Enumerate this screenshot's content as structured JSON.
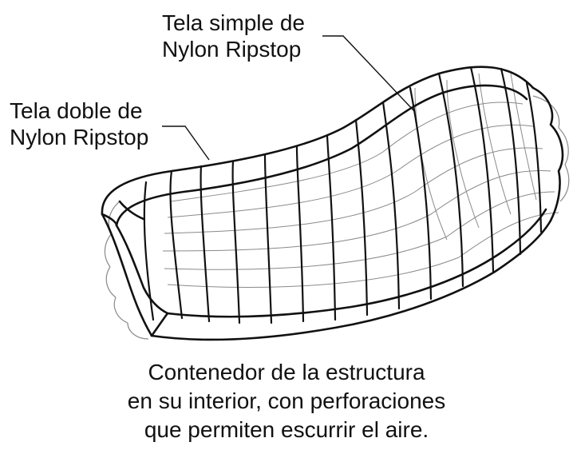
{
  "labels": {
    "simple": {
      "line1": "Tela simple de",
      "line2": "Nylon Ripstop"
    },
    "doble": {
      "line1": "Tela doble de",
      "line2": "Nylon Ripstop"
    },
    "contenedor": {
      "line1": "Contenedor de la estructura",
      "line2": "en su interior, con perforaciones",
      "line3": "que permiten escurrir el aire."
    }
  },
  "colors": {
    "outline": "#111111",
    "thin_grid": "#8a8a8a",
    "background": "#ffffff"
  }
}
